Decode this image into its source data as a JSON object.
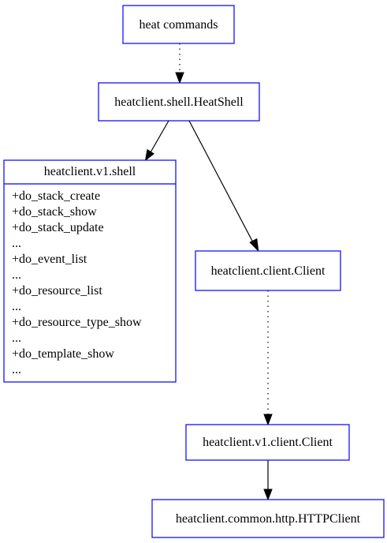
{
  "nodes": {
    "heat_commands": {
      "label": "heat commands"
    },
    "heat_shell": {
      "label": "heatclient.shell.HeatShell"
    },
    "v1_shell": {
      "label": "heatclient.v1.shell",
      "methods": [
        "+do_stack_create",
        "+do_stack_show",
        "+do_stack_update",
        "...",
        "+do_event_list",
        "...",
        "+do_resource_list",
        "...",
        "+do_resource_type_show",
        "...",
        "+do_template_show",
        "..."
      ]
    },
    "client": {
      "label": "heatclient.client.Client"
    },
    "v1_client": {
      "label": "heatclient.v1.client.Client"
    },
    "http_client": {
      "label": "heatclient.common.http.HTTPClient"
    }
  },
  "edges": [
    {
      "from": "heat_commands",
      "to": "heat_shell",
      "style": "dotted"
    },
    {
      "from": "heat_shell",
      "to": "v1_shell",
      "style": "solid"
    },
    {
      "from": "heat_shell",
      "to": "client",
      "style": "solid"
    },
    {
      "from": "client",
      "to": "v1_client",
      "style": "dotted"
    },
    {
      "from": "v1_client",
      "to": "http_client",
      "style": "solid"
    }
  ],
  "colors": {
    "border": "#0000ff",
    "text": "#000000",
    "edge": "#000000",
    "background": "#ffffff"
  }
}
